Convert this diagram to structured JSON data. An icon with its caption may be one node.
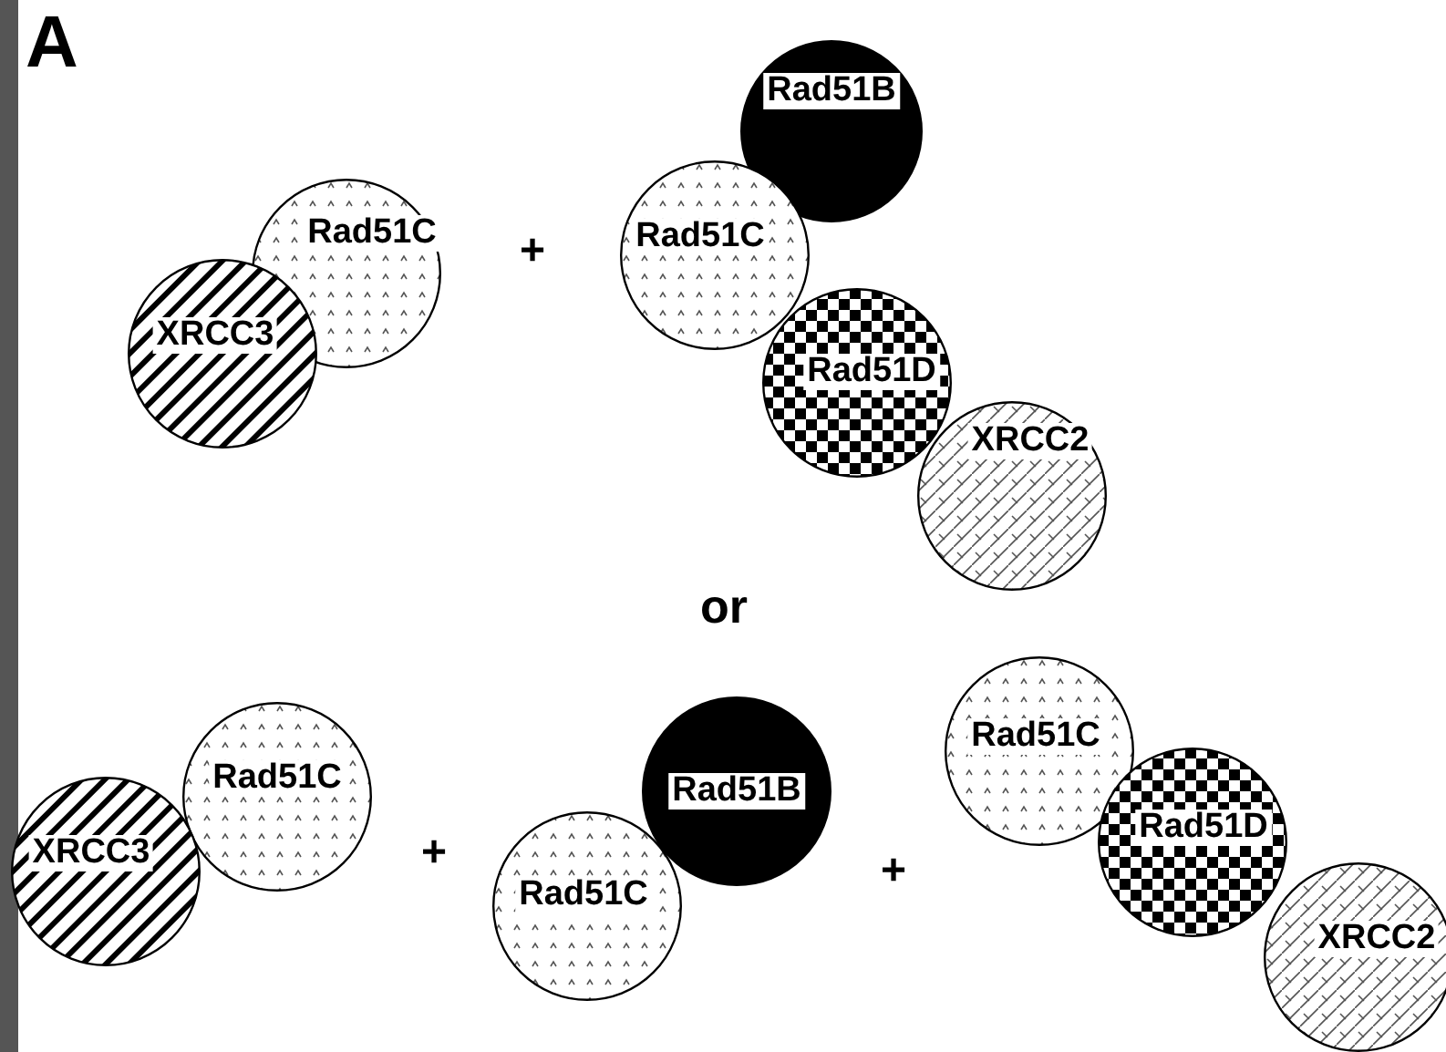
{
  "diagram": {
    "nodes": [
      {
        "text": [
          "Rad51C"
        ]
      },
      {
        "text": [
          "XRCC3"
        ]
      },
      {
        "text": [
          "Rad51B"
        ]
      },
      {
        "text": [
          "Rad51C"
        ]
      },
      {
        "text": [
          "Rad51D"
        ]
      },
      {
        "text": [
          "XRCC2"
        ]
      },
      {
        "text": [
          "Rad51C"
        ]
      },
      {
        "text": [
          "XRCC3"
        ]
      },
      {
        "text": [
          "Rad51B"
        ]
      },
      {
        "text": [
          "Rad51C"
        ]
      },
      {
        "text": [
          "Rad51C"
        ]
      },
      {
        "text": [
          "Rad51D"
        ]
      },
      {
        "text": [
          "XRCC2"
        ]
      }
    ],
    "labels": [
      "A",
      "+",
      "or",
      "+",
      "+"
    ]
  }
}
